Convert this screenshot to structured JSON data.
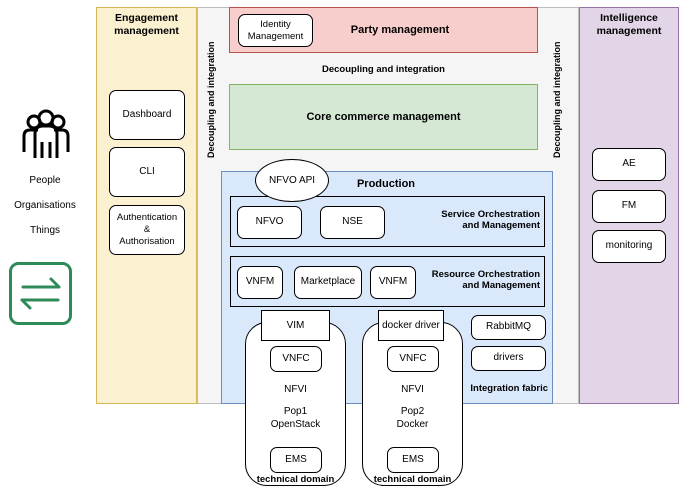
{
  "left": {
    "labels": [
      "People",
      "Organisations",
      "Things"
    ]
  },
  "engagement": {
    "title": "Engagement\nmanagement",
    "items": [
      "Dashboard",
      "CLI",
      "Authentication\n&\nAuthorisation"
    ]
  },
  "decoupling_label": "Decoupling and integration",
  "party": {
    "title": "Party management",
    "identity": "Identity\nManagement"
  },
  "core": {
    "title": "Core commerce management"
  },
  "production": {
    "title": "Production",
    "api": "NFVO API",
    "service": {
      "label": "Service Orchestration\nand Management",
      "items": [
        "NFVO",
        "NSE"
      ]
    },
    "resource": {
      "label": "Resource Orchestration\nand Management",
      "items": [
        "VNFM",
        "Marketplace",
        "VNFM"
      ]
    },
    "domains": [
      {
        "top": "VIM",
        "vnfc": "VNFC",
        "nfvi": "NFVI",
        "pop": "Pop1\nOpenStack",
        "ems": "EMS",
        "footer": "technical domain"
      },
      {
        "top": "docker driver",
        "vnfc": "VNFC",
        "nfvi": "NFVI",
        "pop": "Pop2\nDocker",
        "ems": "EMS",
        "footer": "technical domain"
      }
    ],
    "integration": {
      "items": [
        "RabbitMQ",
        "drivers"
      ],
      "label": "Integration fabric"
    }
  },
  "intelligence": {
    "title": "Intelligence\nmanagement",
    "items": [
      "AE",
      "FM",
      "monitoring"
    ]
  },
  "colors": {
    "engagement_fill": "#fbf1d1",
    "engagement_border": "#d6b656",
    "party_fill": "#f8cecc",
    "party_border": "#b85450",
    "core_fill": "#d5e8d4",
    "core_border": "#82b366",
    "production_fill": "#dae8fc",
    "production_border": "#6c8ebf",
    "intelligence_fill": "#e1d5e7",
    "intelligence_border": "#9673a6",
    "center_fill": "#f5f5f5",
    "icon_green": "#2e8b57"
  }
}
